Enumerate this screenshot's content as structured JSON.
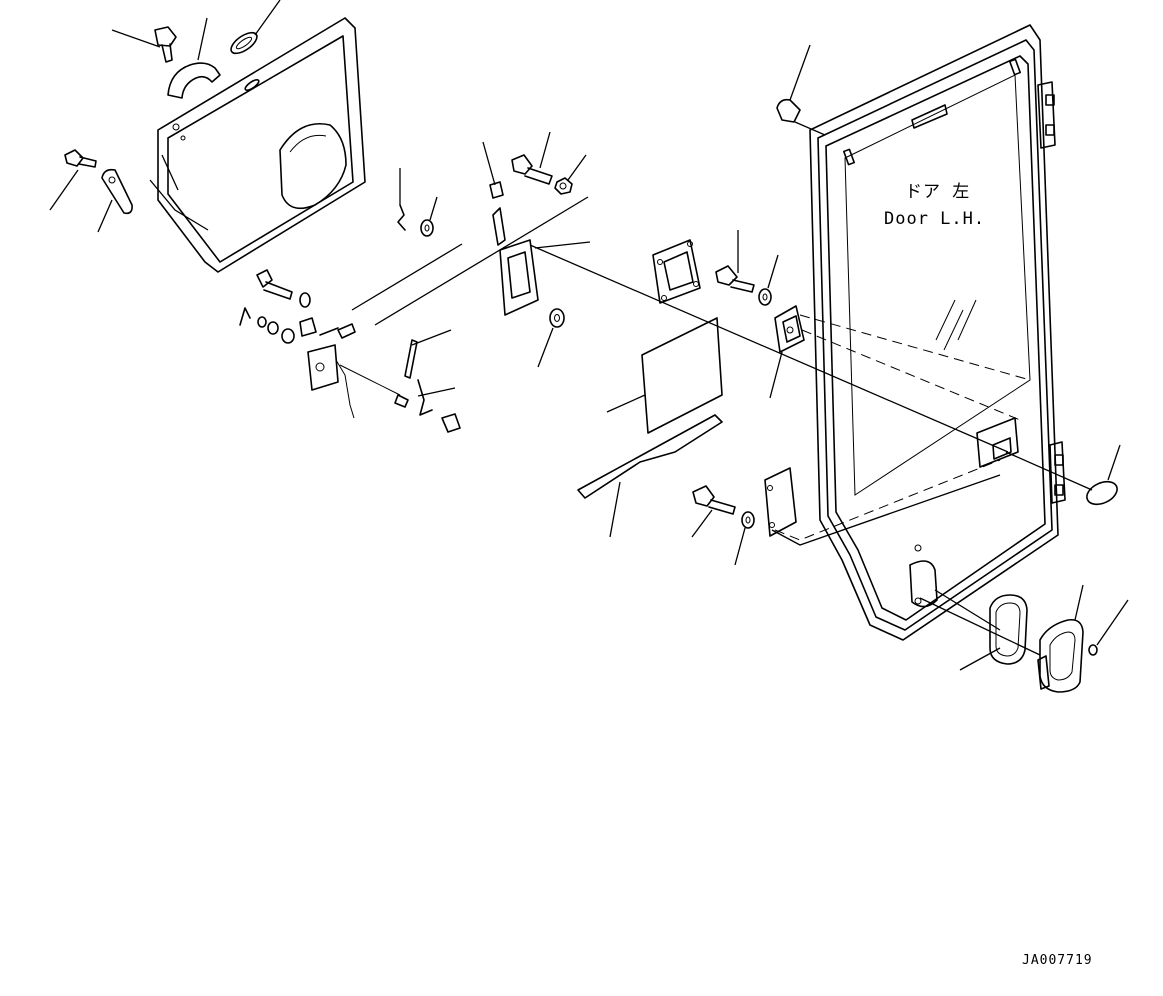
{
  "door_label": {
    "japanese": "ドア 左",
    "english": "Door L.H."
  },
  "drawing_code": "JA007719"
}
